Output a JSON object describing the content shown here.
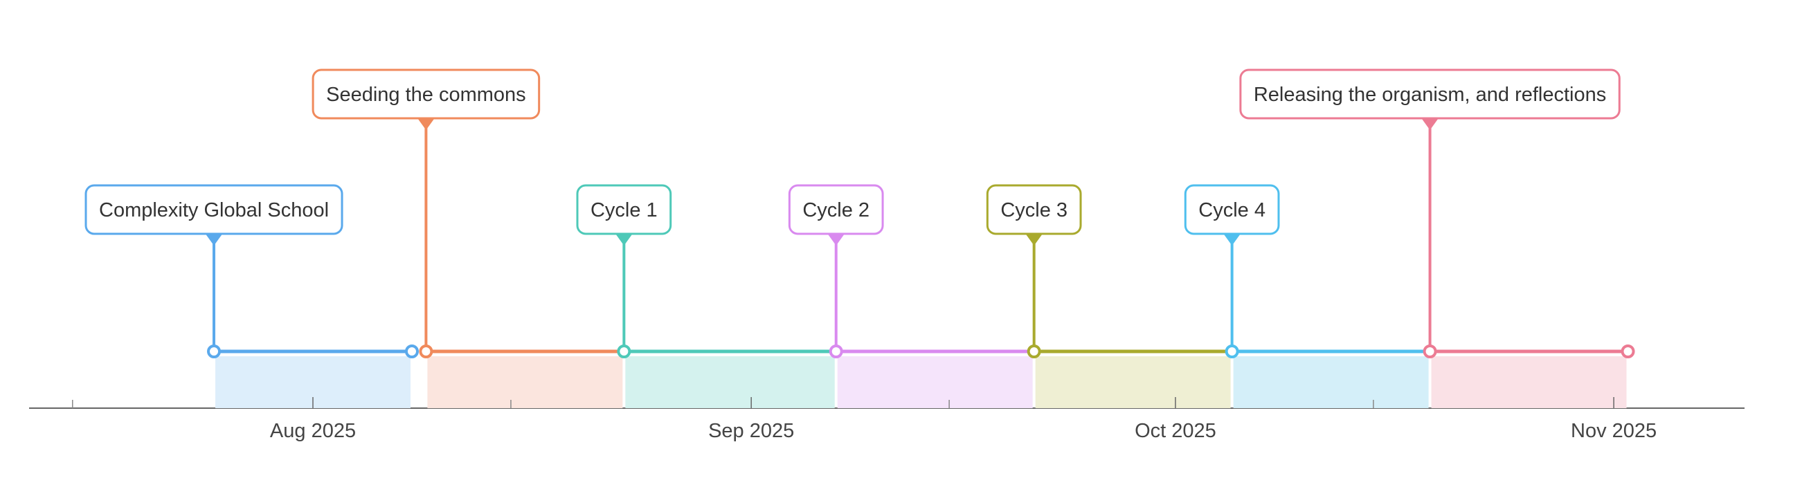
{
  "timeline": {
    "axis_ticks": [
      {
        "label": "Aug 2025",
        "date": "2025-08-01"
      },
      {
        "label": "Sep 2025",
        "date": "2025-09-01"
      },
      {
        "label": "Oct 2025",
        "date": "2025-10-01"
      },
      {
        "label": "Nov 2025",
        "date": "2025-11-01"
      }
    ],
    "minor_tick_dates": [
      "2025-07-15",
      "2025-08-15",
      "2025-09-15",
      "2025-10-15"
    ],
    "events": [
      {
        "label": "Complexity Global School",
        "start": "2025-07-25",
        "end": "2025-08-08",
        "color": "#5aa9ec",
        "fill": "#ddeefb",
        "tier": 1
      },
      {
        "label": "Seeding the commons",
        "start": "2025-08-09",
        "end": "2025-08-23",
        "color": "#f08a5c",
        "fill": "#fbe5de",
        "tier": 2
      },
      {
        "label": "Cycle 1",
        "start": "2025-08-23",
        "end": "2025-09-07",
        "color": "#4ec9b8",
        "fill": "#d4f2ee",
        "tier": 1
      },
      {
        "label": "Cycle 2",
        "start": "2025-09-07",
        "end": "2025-09-21",
        "color": "#d98aef",
        "fill": "#f5e4fb",
        "tier": 1
      },
      {
        "label": "Cycle 3",
        "start": "2025-09-21",
        "end": "2025-10-05",
        "color": "#a9aa2e",
        "fill": "#efefd3",
        "tier": 1
      },
      {
        "label": "Cycle 4",
        "start": "2025-10-05",
        "end": "2025-10-19",
        "color": "#4fbfee",
        "fill": "#d4eff9",
        "tier": 1
      },
      {
        "label": "Releasing the organism, and reflections",
        "start": "2025-10-19",
        "end": "2025-11-02",
        "color": "#ec7b93",
        "fill": "#fae1e6",
        "tier": 2
      }
    ]
  }
}
